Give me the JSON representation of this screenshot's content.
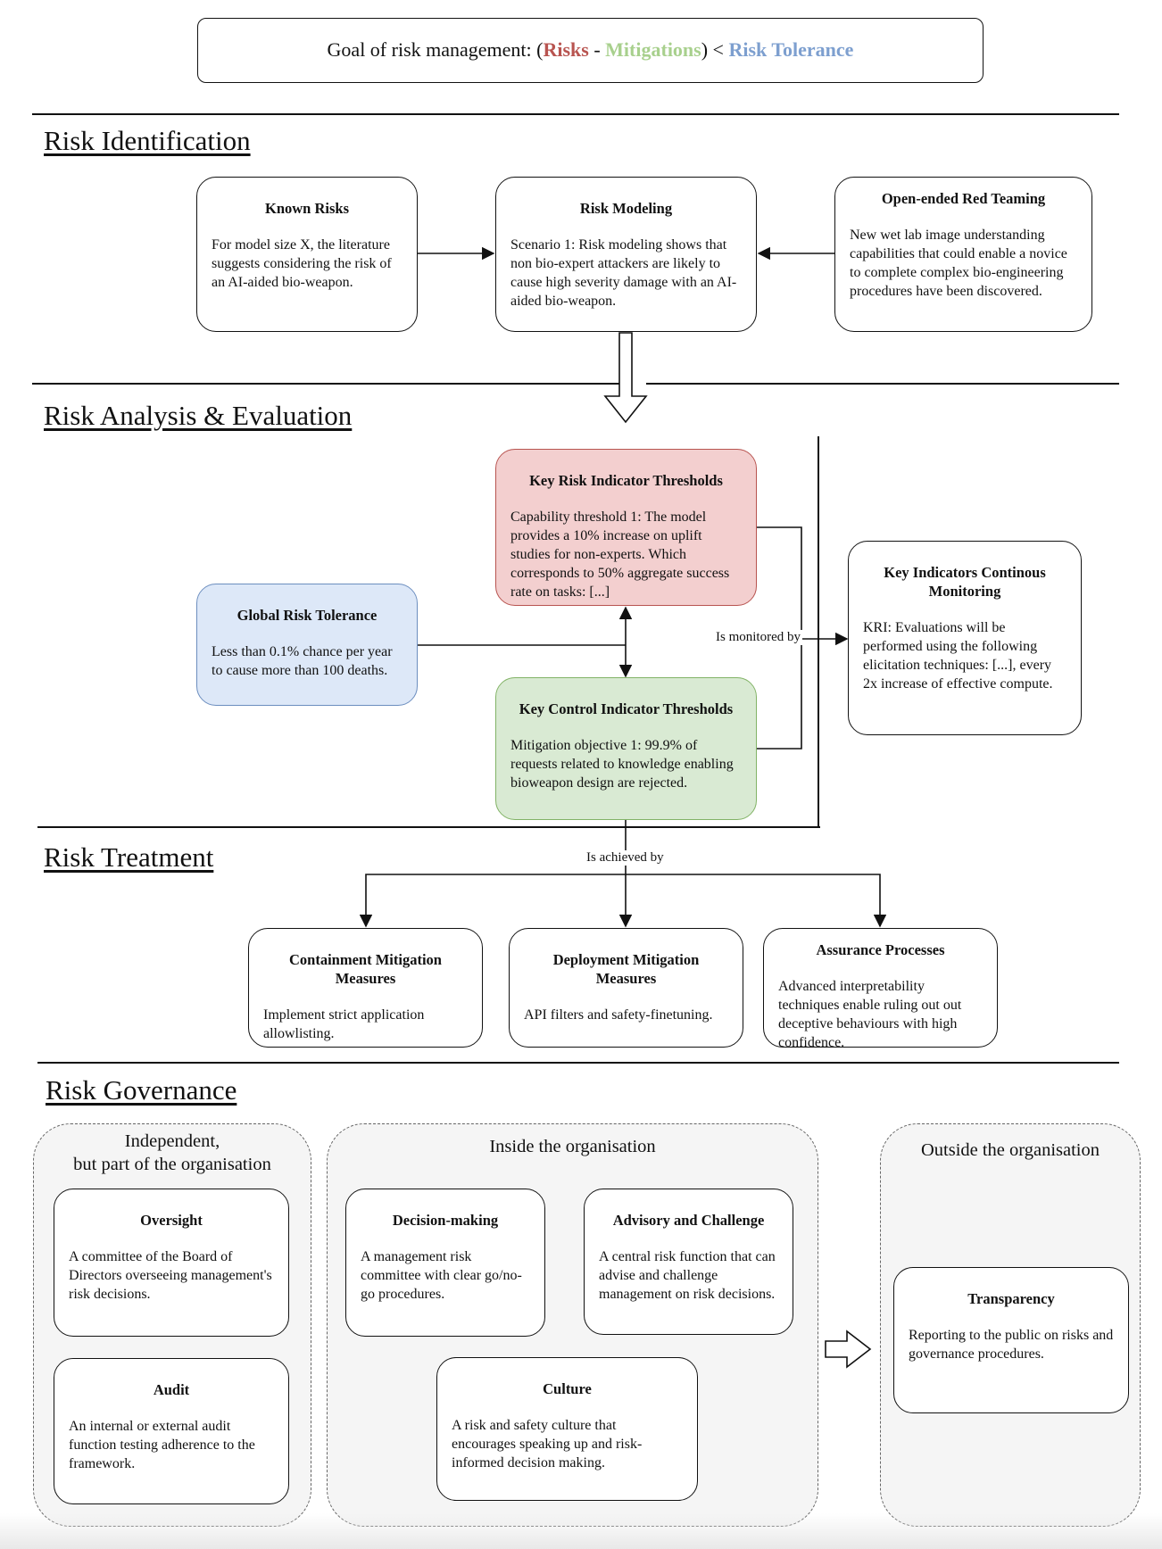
{
  "goal": {
    "prefix": "Goal of risk management: (",
    "risks": "Risks",
    "minus": " - ",
    "mitigations": "Mitigations",
    "lt": ") < ",
    "tolerance": "Risk Tolerance"
  },
  "sections": {
    "identification": "Risk Identification",
    "analysis": "Risk Analysis & Evaluation",
    "treatment": "Risk Treatment",
    "governance": "Risk Governance"
  },
  "identification": {
    "known_risks": {
      "title": "Known Risks",
      "body": "For model size X, the literature suggests considering the risk of an AI-aided bio-weapon."
    },
    "risk_modeling": {
      "title": "Risk Modeling",
      "body": "Scenario 1: Risk modeling shows that non bio-expert attackers are likely to cause high severity damage with an AI-aided bio-weapon."
    },
    "red_teaming": {
      "title": "Open-ended Red Teaming",
      "body": "New wet lab image understanding capabilities that could enable a novice to complete complex bio-engineering procedures have been discovered."
    }
  },
  "analysis": {
    "kri": {
      "title": "Key Risk Indicator Thresholds",
      "body": "Capability threshold 1: The model provides a 10% increase on uplift studies for non-experts. Which corresponds to 50% aggregate success rate on tasks: [...]"
    },
    "tolerance": {
      "title": "Global Risk Tolerance",
      "body": "Less than 0.1% chance per year to cause more than 100 deaths."
    },
    "kci": {
      "title": "Key Control Indicator Thresholds",
      "body": "Mitigation objective 1: 99.9% of requests related to knowledge enabling bioweapon design are rejected."
    },
    "monitoring": {
      "title": "Key Indicators Continous Monitoring",
      "body": "KRI: Evaluations will be performed using the following elicitation techniques: [...], every 2x increase of effective compute."
    },
    "monitored_label": "Is monitored by",
    "achieved_label": "Is achieved by"
  },
  "treatment": {
    "containment": {
      "title": "Containment Mitigation Measures",
      "body": "Implement strict application allowlisting."
    },
    "deployment": {
      "title": "Deployment Mitigation Measures",
      "body": "API filters and safety-finetuning."
    },
    "assurance": {
      "title": "Assurance Processes",
      "body": "Advanced interpretability techniques enable ruling out out deceptive behaviours with high confidence."
    }
  },
  "governance": {
    "independent": {
      "title_line1": "Independent,",
      "title_line2": "but part of the organisation",
      "oversight": {
        "title": "Oversight",
        "body": "A committee of the Board of Directors overseeing management's risk decisions."
      },
      "audit": {
        "title": "Audit",
        "body": "An internal or external audit function testing adherence to the framework."
      }
    },
    "inside": {
      "title": "Inside the organisation",
      "decision": {
        "title": "Decision-making",
        "body": "A management risk committee with clear go/no-go procedures."
      },
      "advisory": {
        "title": "Advisory and Challenge",
        "body": "A central risk function that can advise and challenge management on risk decisions."
      },
      "culture": {
        "title": "Culture",
        "body": "A risk and safety culture that encourages speaking up and risk-informed decision making."
      }
    },
    "outside": {
      "title": "Outside the organisation",
      "transparency": {
        "title": "Transparency",
        "body": "Reporting to the public on risks and governance procedures."
      }
    }
  }
}
